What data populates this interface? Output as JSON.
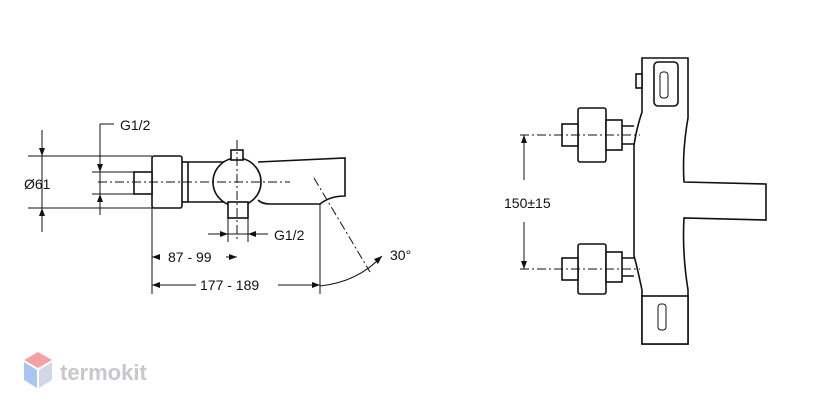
{
  "drawing": {
    "side_view": {
      "inlet_thread": "G1/2",
      "diameter": "Ø61",
      "outlet_thread": "G1/2",
      "dim_inner": "87 - 99",
      "dim_total": "177 - 189",
      "spout_angle": "30°"
    },
    "front_view": {
      "spacing": "150±15"
    }
  },
  "brand": {
    "name": "termokit",
    "colors": {
      "top": "#f3a0a6",
      "side_left": "#a8c6f0",
      "side_right": "#d0d8e8"
    }
  }
}
